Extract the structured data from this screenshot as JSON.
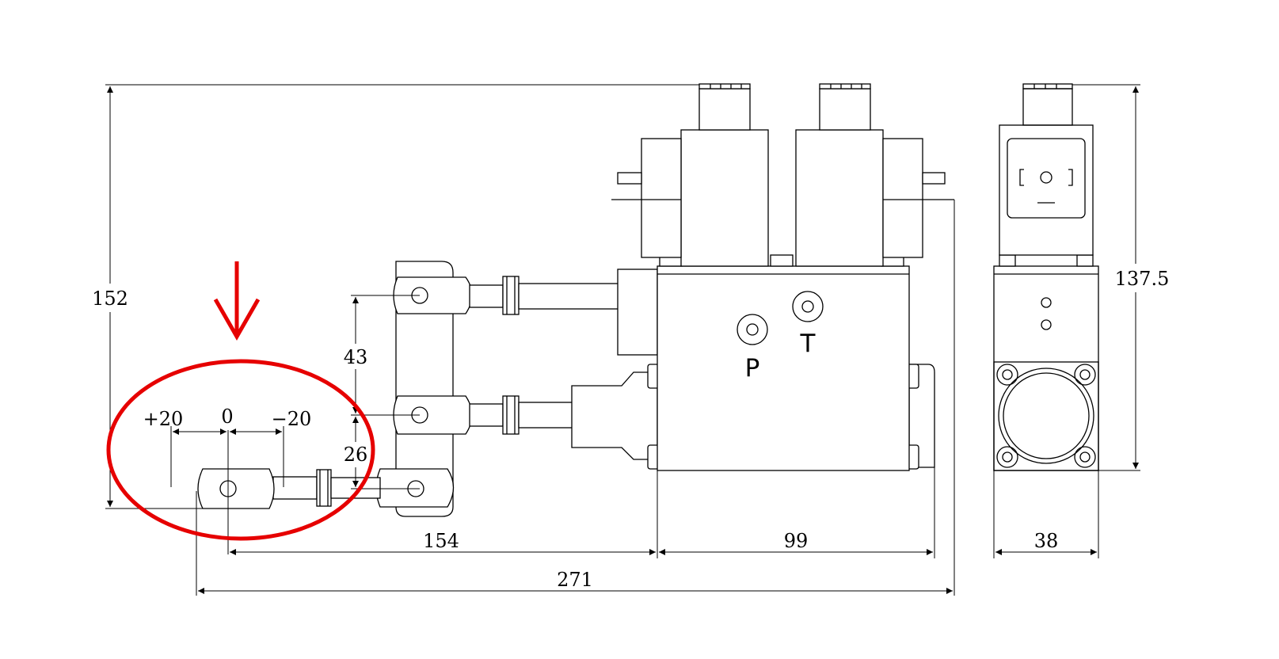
{
  "dimensions": {
    "overall_height": "152",
    "right_height": "137.5",
    "upper_pitch": "43",
    "lower_pitch": "26",
    "stroke_plus": "+20",
    "stroke_zero": "0",
    "stroke_minus": "−20",
    "lever_to_block": "154",
    "block_width": "99",
    "overall_length": "271",
    "side_width": "38"
  },
  "ports": {
    "pressure": "P",
    "tank": "T"
  },
  "colors": {
    "line": "#000000",
    "highlight": "#e60000"
  }
}
